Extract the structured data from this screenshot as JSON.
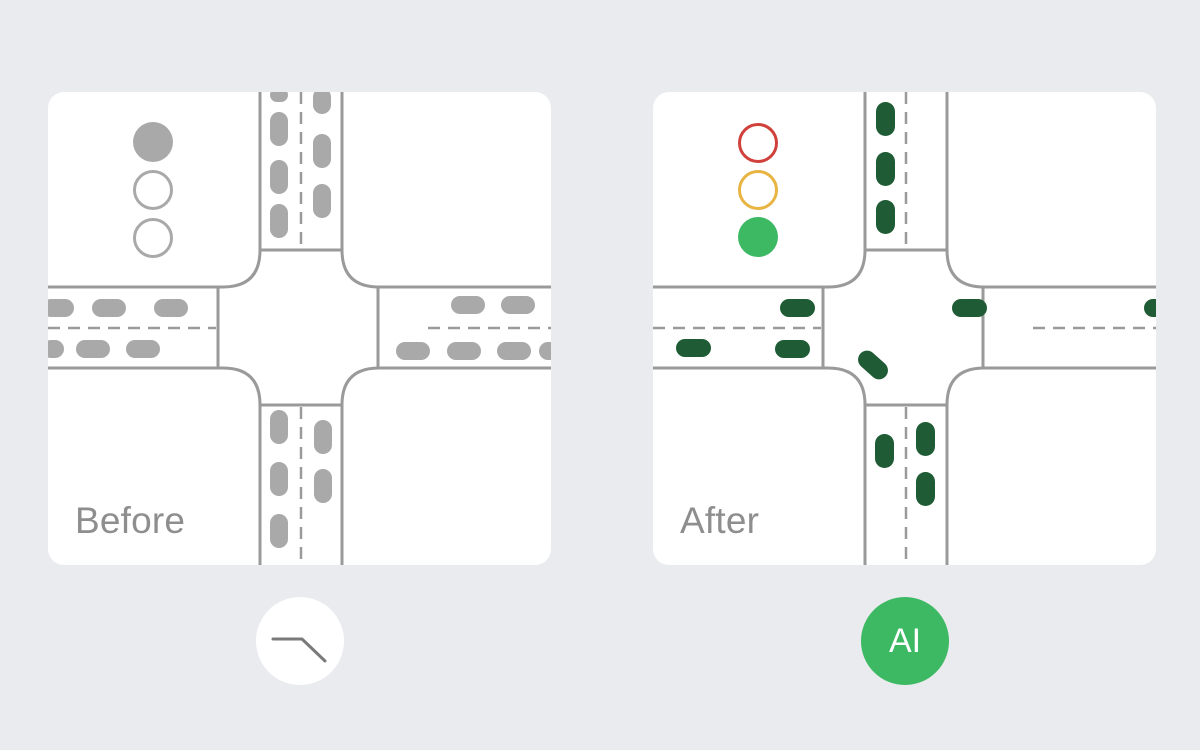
{
  "panels": {
    "before": {
      "label": "Before",
      "signal": [
        "filled-gray",
        "empty-gray",
        "empty-gray"
      ]
    },
    "after": {
      "label": "After",
      "signal": [
        "empty-red",
        "empty-yellow",
        "filled-green"
      ]
    }
  },
  "badges": {
    "manual": {
      "icon": "bent-line-icon"
    },
    "ai": {
      "text": "AI"
    }
  },
  "colors": {
    "background": "#e9ebef",
    "road_line": "#9a9a9a",
    "car_before": "#a9a9a9",
    "car_after": "#1f5c35",
    "signal_red": "#d0413b",
    "signal_yellow": "#e8b443",
    "signal_green": "#3db863",
    "ai_badge": "#3db863"
  }
}
